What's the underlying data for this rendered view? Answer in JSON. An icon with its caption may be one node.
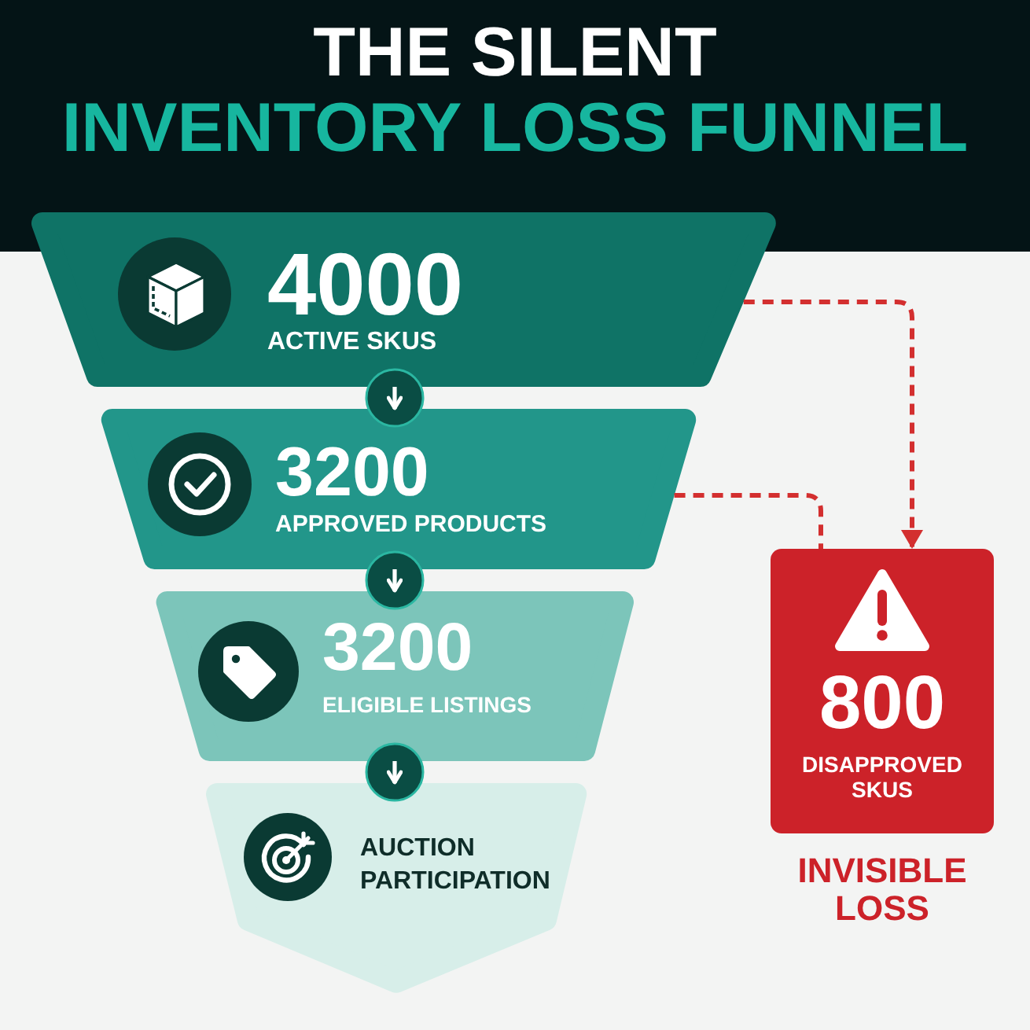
{
  "diagram": {
    "title": "THE SILENT INVENTORY LOSS FUNNEL",
    "nodes": [
      {
        "text": [
          "4000",
          "ACTIVE SKUS"
        ]
      },
      {
        "text": [
          "3200",
          "APPROVED PRODUCTS"
        ]
      },
      {
        "text": [
          "3200",
          "ELIGIBLE LISTINGS"
        ]
      },
      {
        "text": [
          "AUCTION PARTICIPATION"
        ]
      },
      {
        "text": [
          "800",
          "DISAPPROVED SKUS"
        ],
        "beside": [
          "INVISIBLE LOSS"
        ]
      }
    ],
    "edges": [
      {
        "from": 0,
        "to": 1,
        "arrow": "to"
      },
      {
        "from": 1,
        "to": 2,
        "arrow": "to"
      },
      {
        "from": 2,
        "to": 3,
        "arrow": "to"
      },
      {
        "from": 0,
        "to": 4,
        "arrow": "to",
        "style": "dashed",
        "color": "#d32f2f"
      },
      {
        "from": 1,
        "to": 4,
        "arrow": "none",
        "style": "dashed",
        "color": "#d32f2f"
      }
    ]
  }
}
